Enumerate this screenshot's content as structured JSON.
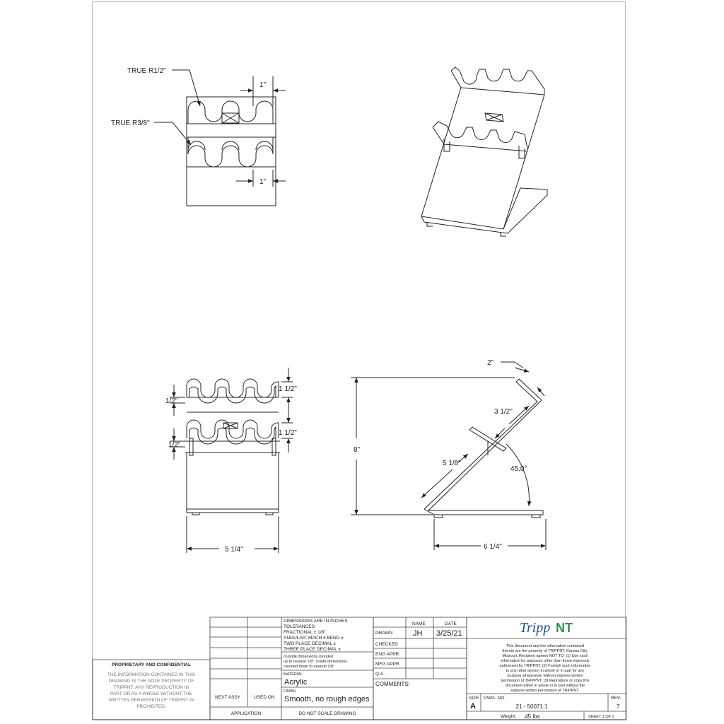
{
  "views": {
    "front_top": {
      "label_r12": "TRUE R1/2\"",
      "label_r38": "TRUE R3/8\"",
      "dim_top": "1\"",
      "dim_bottom": "1\""
    },
    "front": {
      "dim_upper_slot": "1 1/2\"",
      "dim_lower_slot": "1 1/2\"",
      "dim_gap_upper": "1/2\"",
      "dim_gap_lower": "1/2\"",
      "dim_width": "5 1/4\""
    },
    "side": {
      "dim_lip": "2\"",
      "dim_upper": "3 1/2\"",
      "dim_lower": "5 1/8\"",
      "dim_angle": "45.0°",
      "dim_height": "8\"",
      "dim_base": "6 1/4\""
    }
  },
  "title_block": {
    "dimensions_header": "DIMENSIONS ARE IN INCHES",
    "tolerances": "TOLERANCES:",
    "fractional": "FRACTIONAL ±  1/8\"",
    "angular": "ANGULAR: MACH ±    BEND ±",
    "two_place": "TWO PLACE DECIMAL    ±",
    "three_place": "THREE PLACE DECIMAL  ±",
    "rounding_1": "Outside dimensions rounded",
    "rounding_2": "up to nearest 1/8\"; inside dimensions",
    "rounding_3": "rounded down to nearest 1/8\"",
    "material_label": "MATERIAL",
    "material": "Acrylic",
    "finish_label": "FINISH",
    "finish": "Smooth, no rough edges",
    "do_not_scale": "DO  NOT  SCALE  DRAWING",
    "next_assy": "NEXT ASSY",
    "used_on": "USED ON",
    "application": "APPLICATION",
    "name_header": "NAME",
    "date_header": "DATE",
    "drawn": "DRAWN",
    "drawn_name": "JH",
    "drawn_date": "3/25/21",
    "checked": "CHECKED",
    "eng_appr": "ENG APPR.",
    "mfg_appr": "MFG APPR.",
    "qa": "Q.A.",
    "comments": "COMMENTS:",
    "logo_a": "Tripp",
    "logo_b": "NT",
    "notice_1": "This document and the information contained",
    "notice_2": "therein are the property of TRIPPNT, Kansas City,",
    "notice_3": "Missouri. Recipient agrees NOT TO: (1) Use such",
    "notice_4": "information for purposes other than those expressly",
    "notice_5": "authorized by TRIPPNT; (2) Furnish such information",
    "notice_6": "to any other person in whole or in part for any",
    "notice_7": "purpose whatsoever without express  written",
    "notice_8": "permission of TRIPPNT; (3) Reproduce or copy this",
    "notice_9": "document either in whole or in part without the",
    "notice_10": "express written permission of TRIPPNT.",
    "size_label": "SIZE",
    "size": "A",
    "dwg_label": "DWG.  NO.",
    "dwg_no": "21 - 50071.1",
    "rev_label": "REV.",
    "rev": "7",
    "weight_label": "Weight:",
    "weight": ".45 lbs",
    "sheet": "SHEET 1 OF 1",
    "prop_title": "PROPRIETARY AND CONFIDENTIAL",
    "prop_1": "THE INFORMATION CONTAINED IN THIS",
    "prop_2": "DRAWING IS THE SOLE PROPERTY OF",
    "prop_3": "TRIPPNT.  ANY REPRODUCTION IN",
    "prop_4": "PART OR AS A WHOLE WITHOUT THE",
    "prop_5": "WRITTEN PERMISSION OF TRIPPNT IS",
    "prop_6": "PROHIBITED."
  }
}
